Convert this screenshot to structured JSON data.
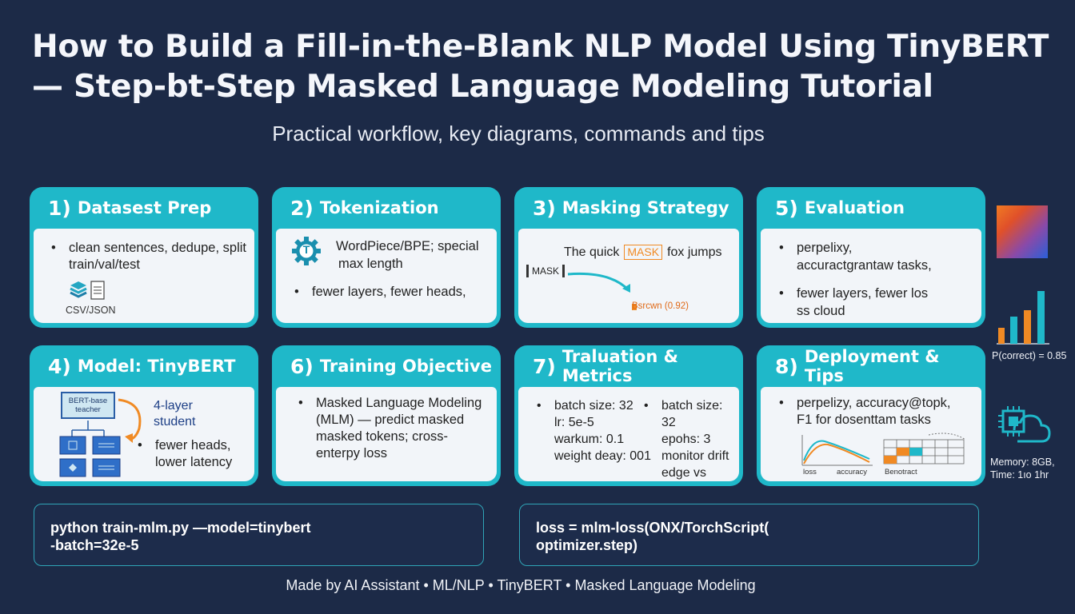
{
  "header": {
    "title_line1": "How to Build a Fill-in-the-Blank NLP Model Using TinyBERT",
    "title_line2": "— Step-bt-Step Masked Language Modeling Tutorial",
    "subtitle": "Practical workflow, key diagrams, commands and tips"
  },
  "cards": [
    {
      "num": "1)",
      "title": "Datasest Prep",
      "bullet": "clean sentences, dedupe, split train/val/test",
      "icon_label": "CSV/JSON"
    },
    {
      "num": "2)",
      "title": "Tokenization",
      "gear_letter": "T",
      "line1": "WordPiece/BPE; special",
      "line2": "max length",
      "bullet": "fewer layers, fewer heads,"
    },
    {
      "num": "3)",
      "title": "Masking Strategy",
      "sentence_pre": "The quick",
      "mask_token": "MASK",
      "sentence_post": "fox jumps",
      "mask_label": "MASK",
      "prediction": "Bsrcwn (0.92)"
    },
    {
      "num": "5)",
      "title": "Evaluation",
      "bullet1_l1": "perpelixy,",
      "bullet1_l2": "accuractgrantaw tasks,",
      "bullet2_l1": "fewer layers, fewer los",
      "bullet2_l2": "ss cloud"
    },
    {
      "num": "4)",
      "title": "Model: TinyBERT",
      "teacher_label": "BERT-base teacher",
      "student_label": "4-layer student",
      "bullet": "fewer heads, lower latency"
    },
    {
      "num": "6)",
      "title": "Training Objective",
      "bullet": "Masked Language Modeling (MLM) — predict masked masked tokens; cross-enterpy loss"
    },
    {
      "num": "7)",
      "title": "Traluation & Metrics",
      "col1": [
        "batch size: 32",
        "lr: 5e-5",
        "warkum: 0.1",
        "weight deay: 001"
      ],
      "col2": [
        "batch size: 32",
        "epohs: 3",
        "monitor drift",
        "edge vs"
      ]
    },
    {
      "num": "8)",
      "title": "Deployment & Tips",
      "bullet_l1": "perpelizy, accuracy@topk,",
      "bullet_l2": "F1 for dosenttam tasks",
      "chart1_label_a": "loss",
      "chart1_label_b": "accuracy",
      "chart2_label": "Benotract"
    }
  ],
  "side": {
    "pcorrect": "P(correct) = 0.85",
    "memory": "Memory: 8GB,",
    "time": "Time: 1ıo 1hr"
  },
  "code": {
    "left_line1": "python train-mlm.py —model=tinybert",
    "left_line2": "-batch=32e-5",
    "right_line1": "loss = mlm-loss(ONX/TorchScript(",
    "right_line2": "optimizer.step)"
  },
  "footer": "Made by AI Assistant • ML/NLP • TinyBERT • Masked Language Modeling",
  "colors": {
    "background": "#1c2a47",
    "card_accent": "#1fb8c9",
    "orange": "#f08a24",
    "code_border": "#2fa4b6"
  }
}
